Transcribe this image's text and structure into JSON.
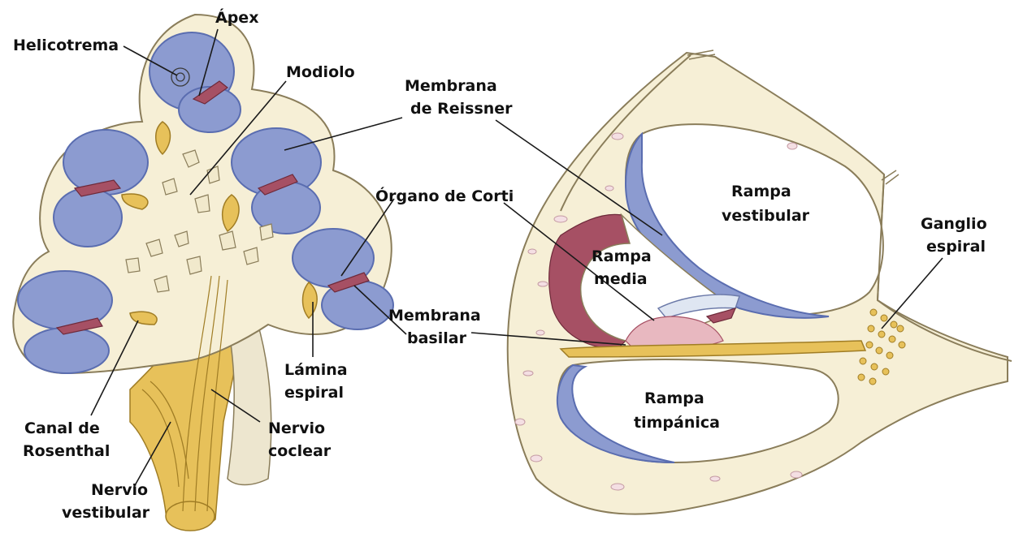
{
  "labels": {
    "apex": "Ápex",
    "helicotrema": "Helicotrema",
    "modiolo": "Modiolo",
    "membrana_reissner": [
      "Membrana",
      "de Reissner"
    ],
    "organo_corti": "Órgano de Corti",
    "lamina_espiral": [
      "Lámina",
      "espiral"
    ],
    "canal_rosenthal": [
      "Canal de",
      "Rosenthal"
    ],
    "nervio_coclear": [
      "Nervio",
      "coclear"
    ],
    "nervio_vestibular": [
      "Nervio",
      "vestibular"
    ],
    "rampa_vestibular": [
      "Rampa",
      "vestibular"
    ],
    "rampa_media": [
      "Rampa",
      "media"
    ],
    "rampa_timpanica": [
      "Rampa",
      "timpánica"
    ],
    "membrana_basilar": [
      "Membrana",
      "basilar"
    ],
    "ganglio_espiral": [
      "Ganglio",
      "espiral"
    ]
  },
  "colors": {
    "bone": "#f6efd6",
    "bone_outline": "#8a7d5a",
    "scala": "#8c9bd0",
    "scala_dark": "#5a6db0",
    "nerve": "#e7c15a",
    "nerve_dark": "#a07d25",
    "stria": "#a65064",
    "organ": "#e8b8c0",
    "tectorial": "#dfe6f2"
  }
}
